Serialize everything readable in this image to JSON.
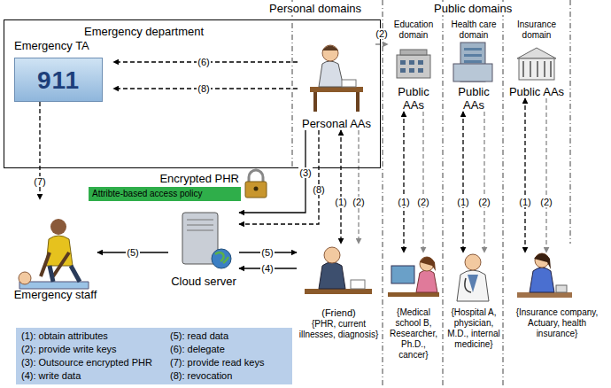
{
  "diagram": {
    "nodes": [
      {
        "text": [
          "Emergency department"
        ]
      },
      {
        "text": [
          "Emergency TA",
          "911"
        ],
        "in": 0
      },
      {
        "text": [
          "Personal AAs"
        ],
        "in": 0
      },
      {
        "text": [
          "Education domain",
          "Public AAs"
        ]
      },
      {
        "text": [
          "Health care domain",
          "Public AAs"
        ]
      },
      {
        "text": [
          "Insurance domain",
          "Public AAs"
        ]
      },
      {
        "text": [
          "Encrypted PHR",
          "Attribte-based access policy"
        ]
      },
      {
        "text": [
          "Emergency staff"
        ]
      },
      {
        "text": [
          "Cloud server"
        ]
      },
      {
        "text": [
          "(Friend)",
          "{PHR, current illnesses, diagnosis}"
        ]
      },
      {
        "text": [
          "{Medical school B, Researcher, Ph.D., cancer}"
        ]
      },
      {
        "text": [
          "{Hospital A, physician, M.D., internal medicine}"
        ]
      },
      {
        "text": [
          "{Insurance company, Actuary, health insurance}"
        ]
      }
    ],
    "edges": [
      {
        "from": 2,
        "to": 1,
        "arrow": "to",
        "label": "(6)"
      },
      {
        "from": 2,
        "to": 1,
        "arrow": "to",
        "label": "(8)"
      },
      {
        "from": 2,
        "to": 3,
        "arrow": "to",
        "label": "(2)"
      },
      {
        "from": 1,
        "to": 7,
        "arrow": "to",
        "label": "(7)"
      },
      {
        "from": 2,
        "to": 8,
        "arrow": "to",
        "label": "(3)"
      },
      {
        "from": 2,
        "to": 8,
        "arrow": "to",
        "label": "(8)"
      },
      {
        "from": 8,
        "to": 7,
        "arrow": "to",
        "label": "(5)"
      },
      {
        "from": 8,
        "to": 9,
        "arrow": "to",
        "label": "(5)"
      },
      {
        "from": 9,
        "to": 8,
        "arrow": "to",
        "label": "(4)"
      },
      {
        "from": 2,
        "to": 9,
        "arrow": "both",
        "label": "(1)"
      },
      {
        "from": 2,
        "to": 9,
        "arrow": "to",
        "label": "(2)"
      },
      {
        "from": 3,
        "to": 10,
        "arrow": "both",
        "label": "(1)"
      },
      {
        "from": 3,
        "to": 10,
        "arrow": "to",
        "label": "(2)"
      },
      {
        "from": 4,
        "to": 11,
        "arrow": "both",
        "label": "(1)"
      },
      {
        "from": 4,
        "to": 11,
        "arrow": "to",
        "label": "(2)"
      },
      {
        "from": 5,
        "to": 12,
        "arrow": "both",
        "label": "(1)"
      },
      {
        "from": 5,
        "to": 12,
        "arrow": "to",
        "label": "(2)"
      }
    ],
    "labels": [
      "Personal domains",
      "Public domains"
    ],
    "legend": [
      {
        "text": "(1): obtain attributes"
      },
      {
        "text": "(2): provide write keys"
      },
      {
        "text": "(3): Outsource encrypted PHR"
      },
      {
        "text": "(4): write data"
      },
      {
        "text": "(5): read data"
      },
      {
        "text": "(6): delegate"
      },
      {
        "text": "(7): provide read keys"
      },
      {
        "text": "(8): revocation"
      }
    ]
  }
}
